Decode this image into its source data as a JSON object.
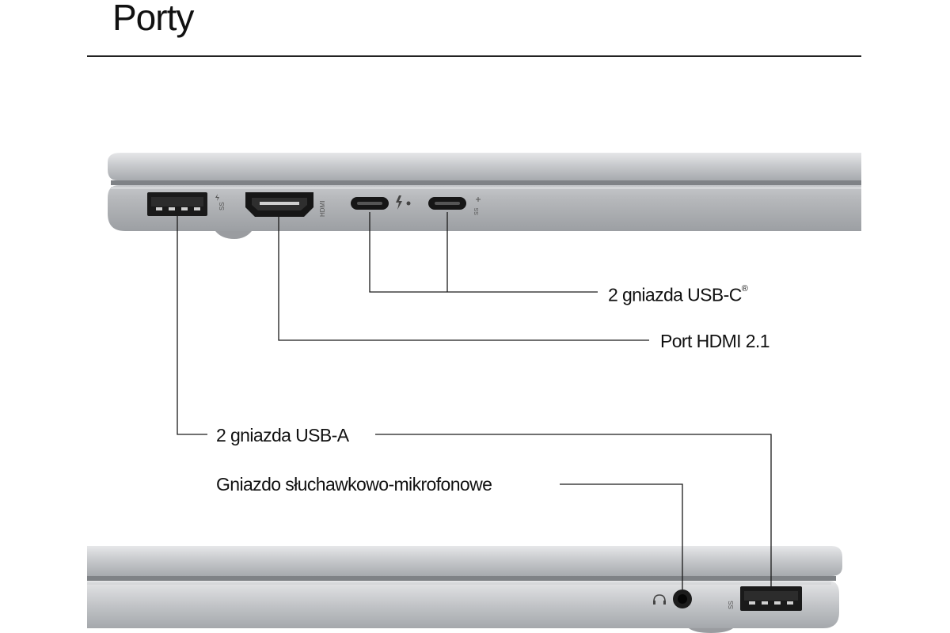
{
  "page": {
    "title": "Porty"
  },
  "callouts": {
    "usb_c": {
      "text": "2 gniazda USB-C",
      "mark": "®"
    },
    "hdmi": {
      "text": "Port HDMI 2.1"
    },
    "usb_a": {
      "text": "2 gniazda USB-A"
    },
    "audio": {
      "text": "Gniazdo słuchawkowo-mikrofonowe"
    }
  },
  "port_markings": {
    "usb_a_left": "SS",
    "hdmi": "HDMI",
    "usb_c_right": "SS",
    "usb_a_right": "SS"
  },
  "colors": {
    "chassis_light": "#d9dadc",
    "chassis_mid": "#b9bbbe",
    "chassis_dark": "#8f9296",
    "port_black": "#141414",
    "line": "#1a1a1a"
  },
  "icons": [
    "thunderbolt-icon",
    "headphone-icon",
    "usb-icon"
  ]
}
